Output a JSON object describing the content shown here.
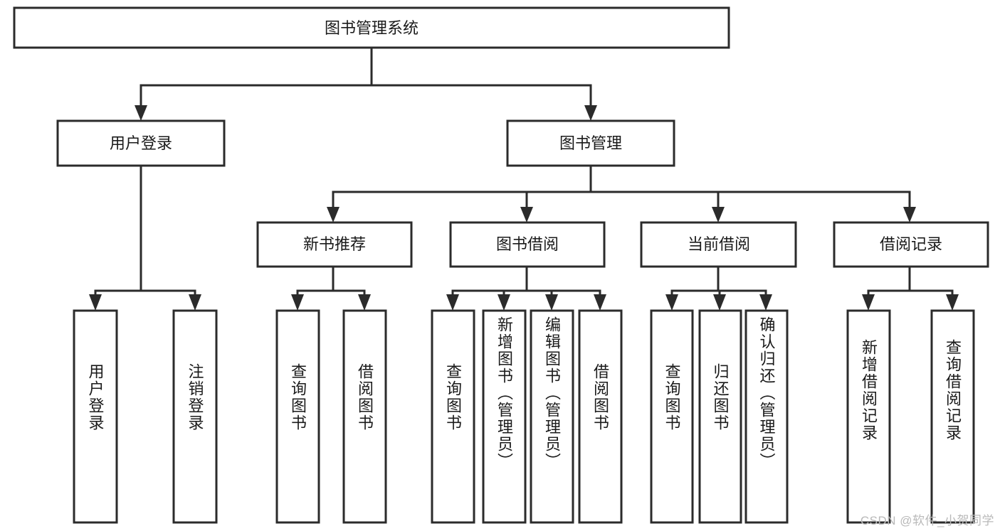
{
  "diagram": {
    "type": "tree-hierarchy",
    "orientation": "top-down",
    "root": {
      "id": "root",
      "label": "图书管理系统"
    },
    "level2": [
      {
        "id": "user-login",
        "label": "用户登录"
      },
      {
        "id": "book-manage",
        "label": "图书管理"
      }
    ],
    "level3": [
      {
        "id": "new-book-rec",
        "label": "新书推荐",
        "parent": "book-manage"
      },
      {
        "id": "book-borrow",
        "label": "图书借阅",
        "parent": "book-manage"
      },
      {
        "id": "current-borrow",
        "label": "当前借阅",
        "parent": "book-manage"
      },
      {
        "id": "borrow-record",
        "label": "借阅记录",
        "parent": "book-manage"
      }
    ],
    "leaves": [
      {
        "id": "leaf-user-login",
        "label": "用户登录",
        "parent": "user-login"
      },
      {
        "id": "leaf-user-logout",
        "label": "注销登录",
        "parent": "user-login"
      },
      {
        "id": "leaf-query-book-1",
        "label": "查询图书",
        "parent": "new-book-rec"
      },
      {
        "id": "leaf-borrow-book-1",
        "label": "借阅图书",
        "parent": "new-book-rec"
      },
      {
        "id": "leaf-query-book-2",
        "label": "查询图书",
        "parent": "book-borrow"
      },
      {
        "id": "leaf-add-book",
        "label": "新增图书（管理员）",
        "parent": "book-borrow"
      },
      {
        "id": "leaf-edit-book",
        "label": "编辑图书（管理员）",
        "parent": "book-borrow"
      },
      {
        "id": "leaf-borrow-book-2",
        "label": "借阅图书",
        "parent": "book-borrow"
      },
      {
        "id": "leaf-query-book-3",
        "label": "查询图书",
        "parent": "current-borrow"
      },
      {
        "id": "leaf-return-book",
        "label": "归还图书",
        "parent": "current-borrow"
      },
      {
        "id": "leaf-confirm-return",
        "label": "确认归还（管理员）",
        "parent": "current-borrow"
      },
      {
        "id": "leaf-add-record",
        "label": "新增借阅记录",
        "parent": "borrow-record"
      },
      {
        "id": "leaf-query-record",
        "label": "查询借阅记录",
        "parent": "borrow-record"
      }
    ],
    "colors": {
      "box_fill": "#ffffff",
      "box_stroke": "#2b2b2b",
      "text": "#1a1a1a",
      "background": "#ffffff",
      "watermark": "#b9b9b9"
    }
  },
  "watermark": {
    "text": "CSDN @软件_小贺同学"
  }
}
